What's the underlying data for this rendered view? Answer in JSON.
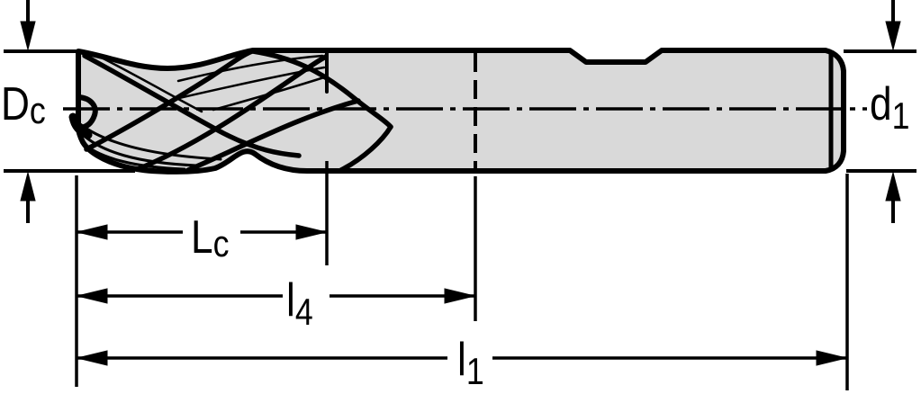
{
  "diagram": {
    "type": "technical-drawing",
    "subject": "solid-carbide-end-mill-side-view",
    "labels": {
      "dc": {
        "main": "D",
        "sub": "c"
      },
      "d1": {
        "main": "d",
        "sub": "1"
      },
      "lc": {
        "main": "L",
        "sub": "c"
      },
      "l4": {
        "main": "l",
        "sub": "4"
      },
      "l1": {
        "main": "l",
        "sub": "1"
      }
    },
    "colors": {
      "line": "#000000",
      "body_fill": "#d9d9d9",
      "background": "#ffffff"
    }
  }
}
